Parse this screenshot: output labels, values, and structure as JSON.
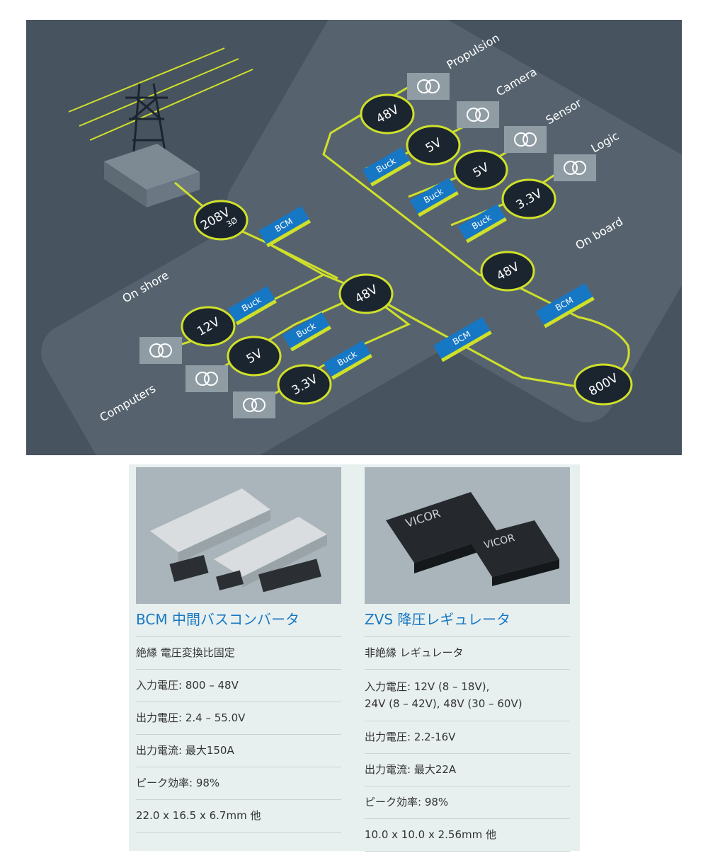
{
  "diagram": {
    "voltages": {
      "v208": "208V",
      "v208_sub": "3Ø",
      "v48_shore": "48V",
      "v12": "12V",
      "v5_shore": "5V",
      "v33_shore": "3.3V",
      "v800": "800V",
      "v48_board": "48V",
      "v48_top": "48V",
      "v5_cam": "5V",
      "v5_sensor": "5V",
      "v33_logic": "3.3V"
    },
    "modules": {
      "bcm": "BCM",
      "buck": "Buck"
    },
    "regions": {
      "on_shore": "On shore",
      "on_board": "On board",
      "computers": "Computers"
    },
    "loads": {
      "propulsion": "Propulsion",
      "camera": "Camera",
      "sensor": "Sensor",
      "logic": "Logic"
    },
    "colors": {
      "background": "#47535f",
      "panel": "#56636f",
      "accent_yellow": "#cfe02a",
      "module_blue": "#1677c5",
      "badge_dark": "#1b2530"
    }
  },
  "products": [
    {
      "title": "BCM 中間バスコンバータ",
      "photo_alt": "BCM modules",
      "specs": [
        "絶縁 電圧変換比固定",
        "入力電圧: 800 – 48V",
        "出力電圧: 2.4 – 55.0V",
        "出力電流: 最大150A",
        "ピーク効率: 98%",
        "22.0 x 16.5 x 6.7mm 他"
      ]
    },
    {
      "title": "ZVS 降圧レギュレータ",
      "photo_alt": "ZVS regulators",
      "specs": [
        "非絶縁 レギュレータ",
        "入力電圧: 12V (8 – 18V),",
        "24V (8 – 42V), 48V (30 – 60V)",
        "出力電圧: 2.2-16V",
        "出力電流: 最大22A",
        "ピーク効率: 98%",
        "10.0 x 10.0 x 2.56mm 他"
      ]
    }
  ]
}
